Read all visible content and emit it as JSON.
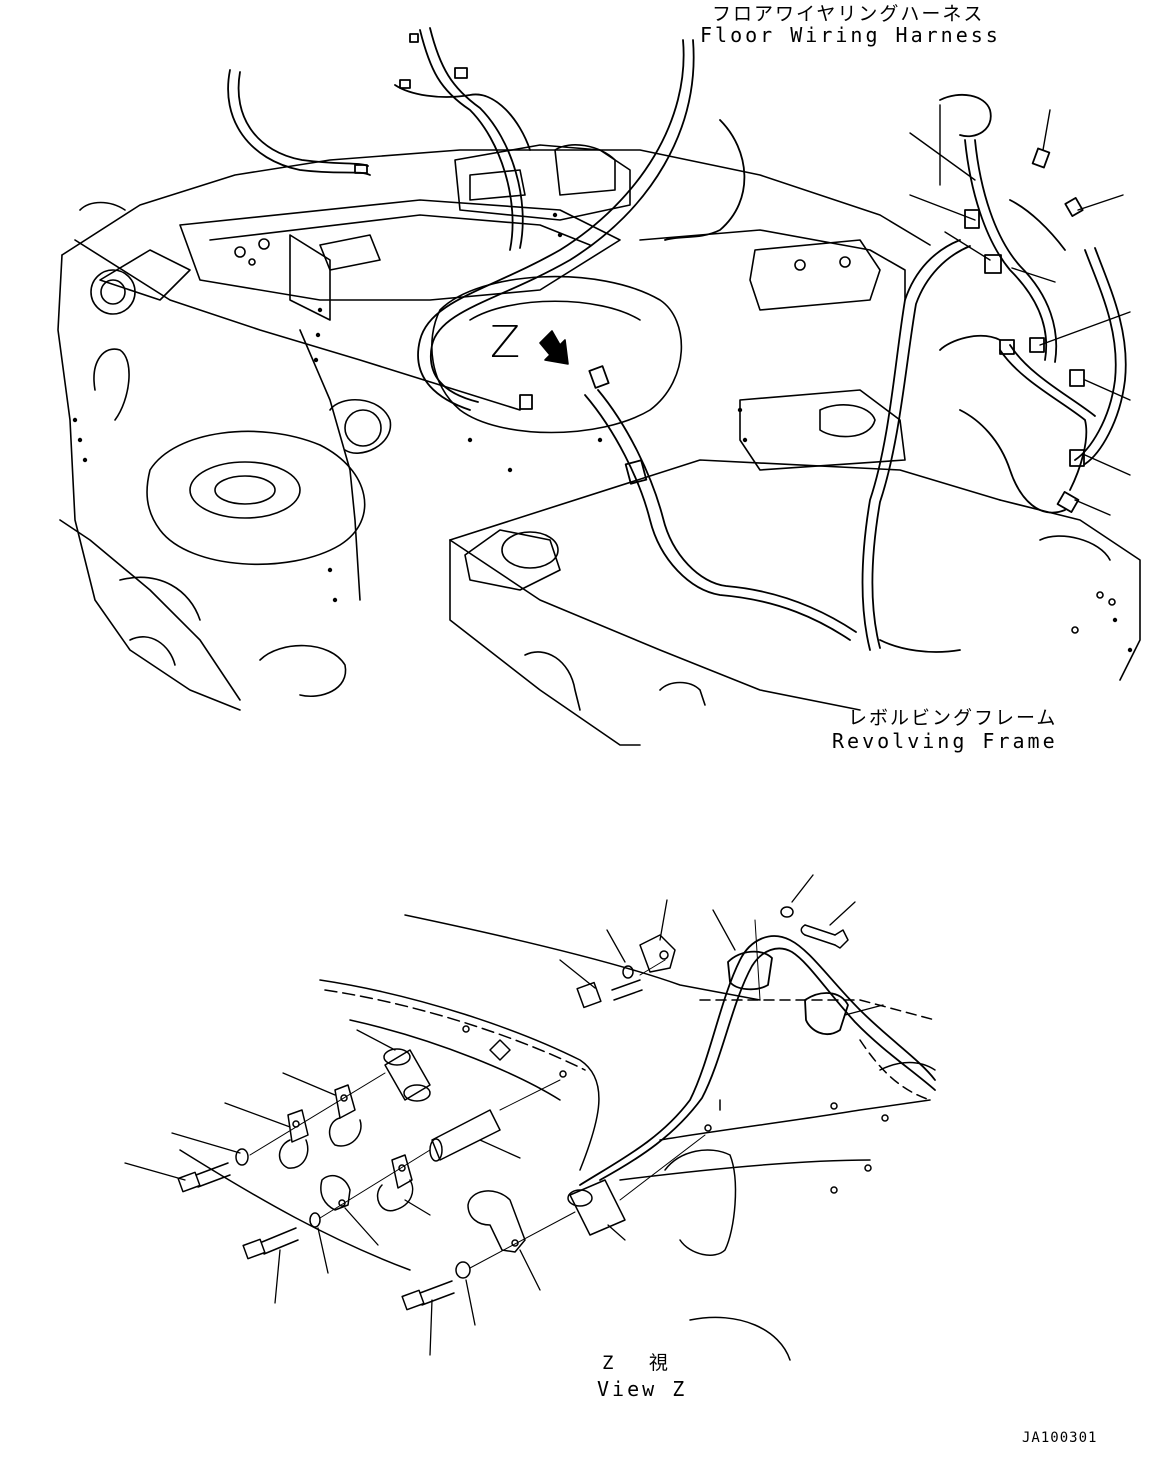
{
  "labels": {
    "floor_harness_jp": "フロアワイヤリングハーネス",
    "floor_harness_en": "Floor Wiring Harness",
    "revolving_frame_jp": "レボルビングフレーム",
    "revolving_frame_en": "Revolving Frame",
    "view_marker": "Z",
    "view_z_jp": "Z 視",
    "view_z_en": "View Z",
    "drawing_code": "JA100301"
  }
}
